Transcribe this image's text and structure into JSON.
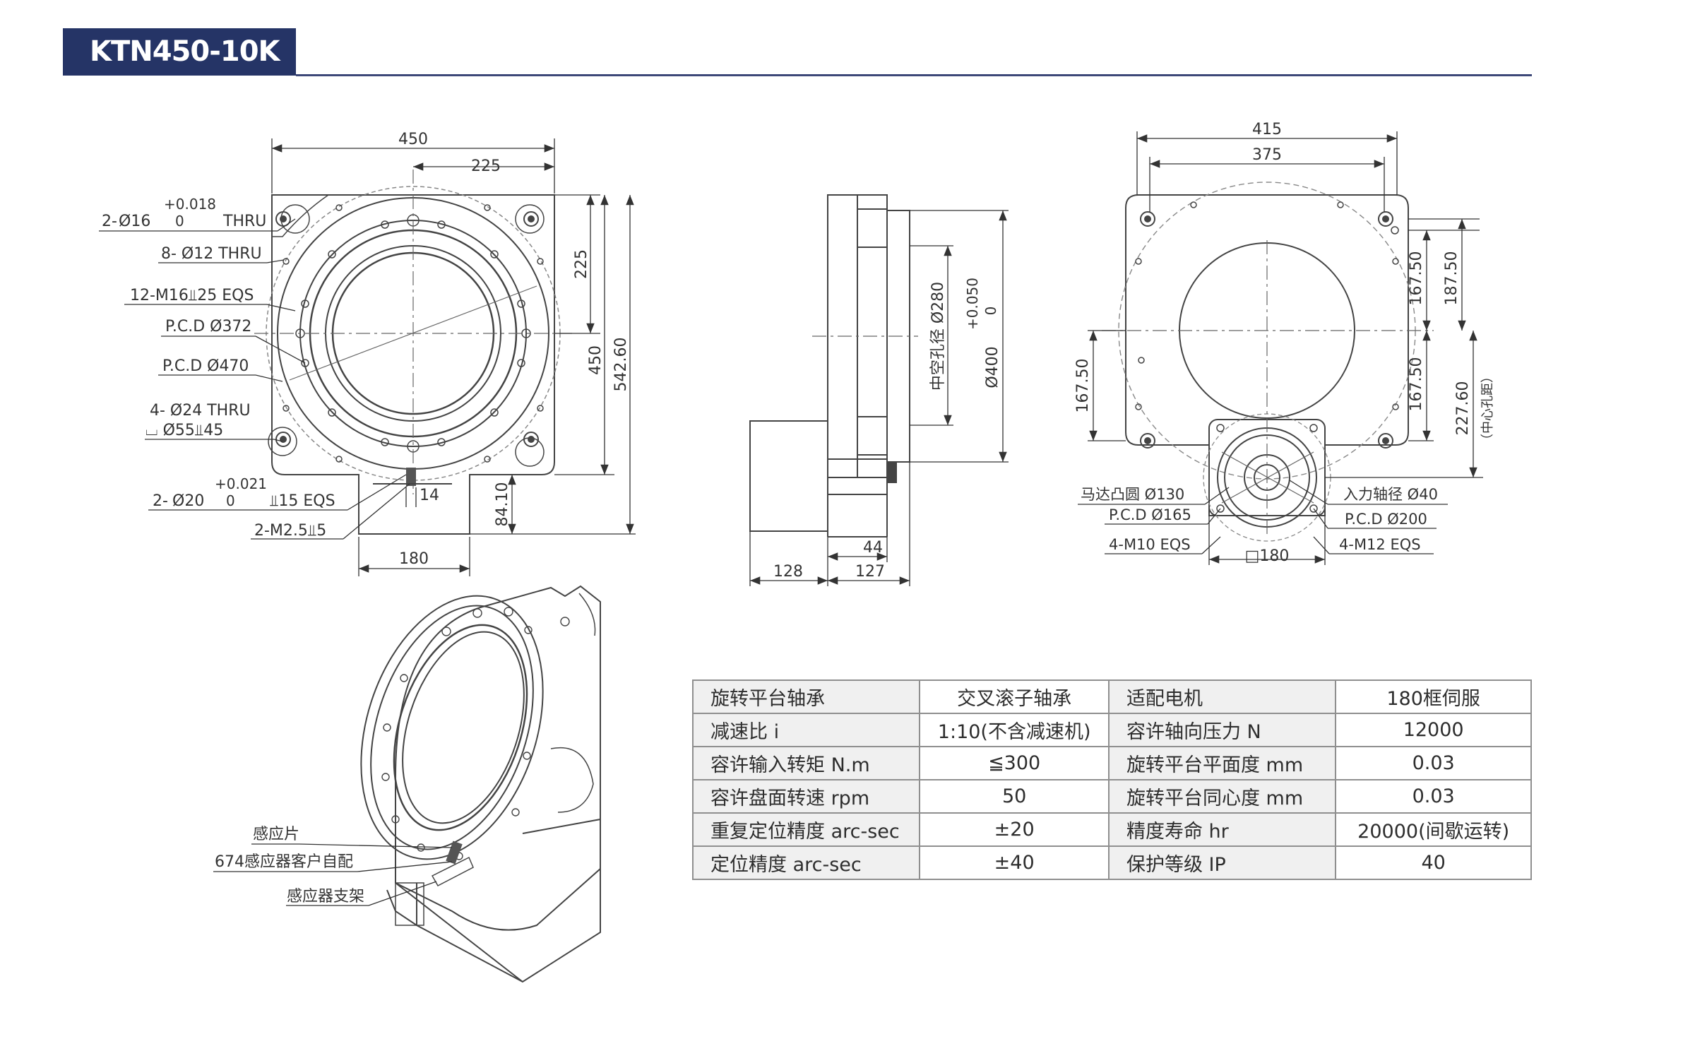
{
  "header": {
    "model_title": "KTN450-10K"
  },
  "front_view": {
    "dims": {
      "width": "450",
      "half_width": "225",
      "half_height": "225",
      "height": "450",
      "total_height": "542.60",
      "tab_width": "180",
      "tab_height": "84.10",
      "tab_offset": "14"
    },
    "callouts": {
      "pin_hole_1_prefix": "2-",
      "pin_hole_1_dia": "Ø16",
      "pin_hole_1_tol_upper": "+0.018",
      "pin_hole_1_tol_lower": "0",
      "pin_hole_1_suffix": "THRU",
      "holes_12": "8- Ø12 THRU",
      "thread_m16": "12-M16⫫25 EQS",
      "pcd_372": "P.C.D Ø372",
      "pcd_470": "P.C.D Ø470",
      "holes_24": "4- Ø24 THRU",
      "counterbore": "⌴ Ø55⫫45",
      "pin_hole_2_prefix": "2-",
      "pin_hole_2_dia": "Ø20",
      "pin_hole_2_tol_upper": "+0.021",
      "pin_hole_2_tol_lower": "0",
      "pin_hole_2_suffix": "⫫15 EQS",
      "thread_m25": "2-M2.5⫫5"
    }
  },
  "side_view": {
    "dims": {
      "hollow_bore": "中空孔径 Ø280",
      "bore_dia": "Ø400",
      "bore_tol_upper": "+0.050",
      "bore_tol_lower": "0",
      "left_width": "128",
      "right_width": "127",
      "flange_width": "44"
    }
  },
  "back_view": {
    "dims": {
      "width_outer": "415",
      "width_inner": "375",
      "upper_1": "167.50",
      "upper_2": "187.50",
      "lower_1": "167.50",
      "left_half": "167.50",
      "center_distance": "227.60",
      "center_distance_note": "（中心孔距）",
      "motor_square": "□180"
    },
    "callouts": {
      "motor_boss": "马达凸圆 Ø130",
      "pcd_165": "P.C.D Ø165",
      "m10": "4-M10 EQS",
      "input_shaft": "入力轴径 Ø40",
      "pcd_200": "P.C.D Ø200",
      "m12": "4-M12 EQS"
    }
  },
  "iso_view": {
    "labels": {
      "sensor_piece": "感应片",
      "sensor_674": "674感应器客户自配",
      "sensor_bracket": "感应器支架"
    }
  },
  "specs": {
    "rows": [
      [
        "旋转平台轴承",
        "交叉滚子轴承",
        "适配电机",
        "180框伺服"
      ],
      [
        "减速比 i",
        "1:10(不含减速机)",
        "容许轴向压力 N",
        "12000"
      ],
      [
        "容许输入转矩 N.m",
        "≦300",
        "旋转平台平面度 mm",
        "0.03"
      ],
      [
        "容许盘面转速 rpm",
        "50",
        "旋转平台同心度 mm",
        "0.03"
      ],
      [
        "重复定位精度 arc-sec",
        "±20",
        "精度寿命 hr",
        "20000(间歇运转)"
      ],
      [
        "定位精度 arc-sec",
        "±40",
        "保护等级 IP",
        "40"
      ]
    ]
  },
  "colors": {
    "header_bg": "#253466",
    "line": "#4a4a4a",
    "table_label_bg": "#f0f0f0"
  }
}
